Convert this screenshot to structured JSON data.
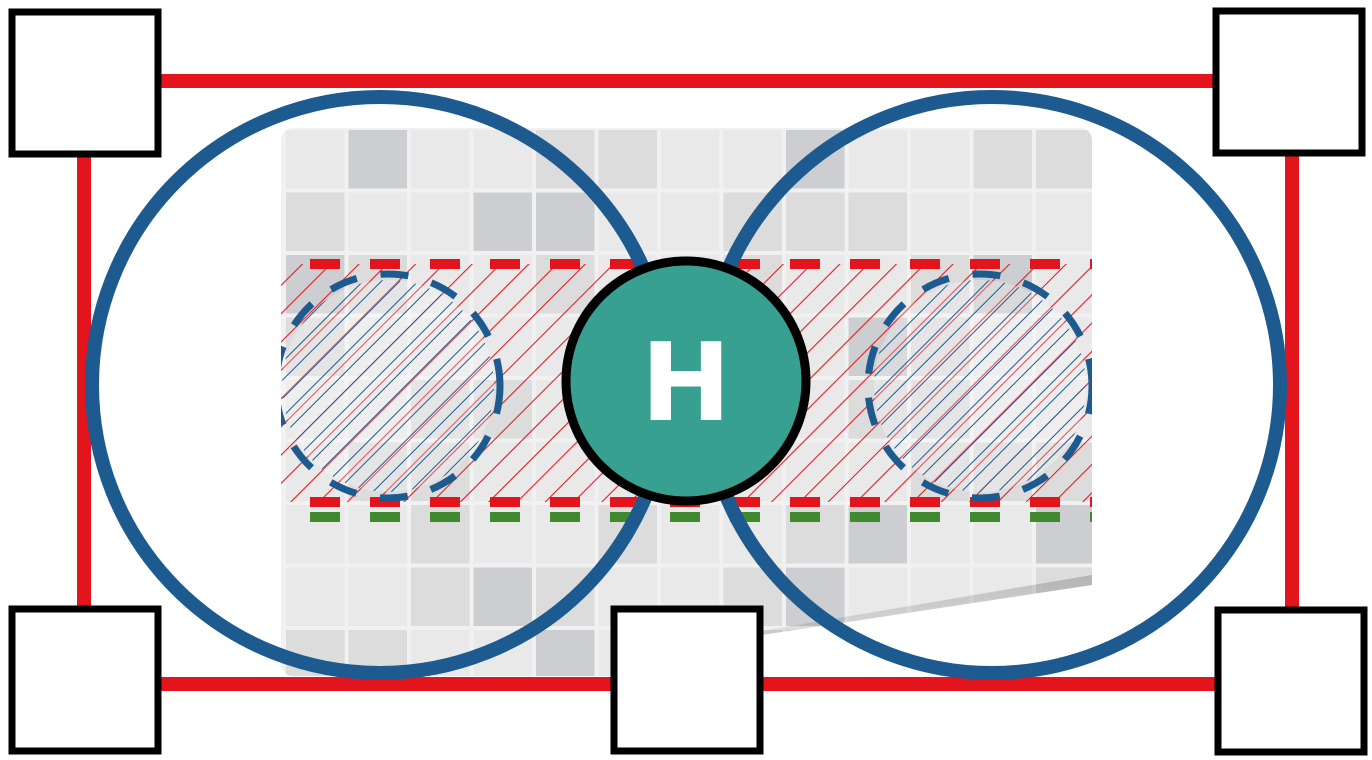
{
  "diagram": {
    "center_badge": {
      "label": "H",
      "fill": "#38A090",
      "stroke": "#000000"
    },
    "colors": {
      "frame": "#E3141C",
      "circle": "#1D5A8F",
      "green_marker": "#3F8A2E",
      "tile_light": "#E9E9E9",
      "tile_mid": "#DCDCDC",
      "tile_dark": "#CDCED1",
      "grid_line": "#FFFFFF"
    },
    "handles": [
      {
        "name": "top-left"
      },
      {
        "name": "top-right"
      },
      {
        "name": "bottom-left"
      },
      {
        "name": "bottom-center"
      },
      {
        "name": "bottom-right"
      }
    ]
  }
}
